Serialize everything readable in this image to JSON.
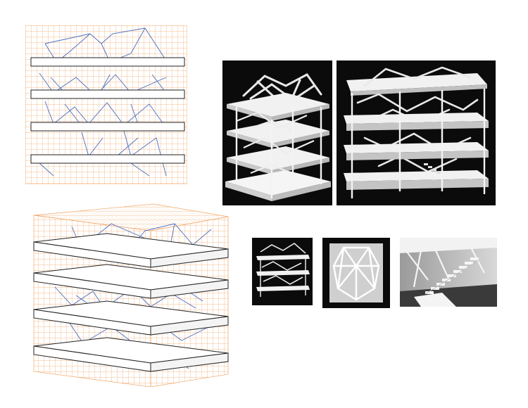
{
  "colors": {
    "background": "#ffffff",
    "grid_orange": "#f2a86a",
    "structure_blue": "#4a6fc0",
    "slab_outline": "#222222",
    "photo_background": "#0b0b0b",
    "model_white": "#f1f1f1",
    "model_shadow": "#b9b9b9"
  },
  "figures": [
    {
      "id": "elevation-drawing",
      "kind": "orthographic grid elevation",
      "slabs": 4
    },
    {
      "id": "axon-drawing",
      "kind": "axonometric grid drawing",
      "slabs": 4
    },
    {
      "id": "photo-model-left",
      "kind": "physical model photo"
    },
    {
      "id": "photo-model-right",
      "kind": "physical model photo"
    },
    {
      "id": "thumb-model",
      "kind": "physical model thumbnail"
    },
    {
      "id": "thumb-polyhedron",
      "kind": "polyhedron frame photo"
    },
    {
      "id": "thumb-stair",
      "kind": "interior stair detail photo"
    }
  ]
}
